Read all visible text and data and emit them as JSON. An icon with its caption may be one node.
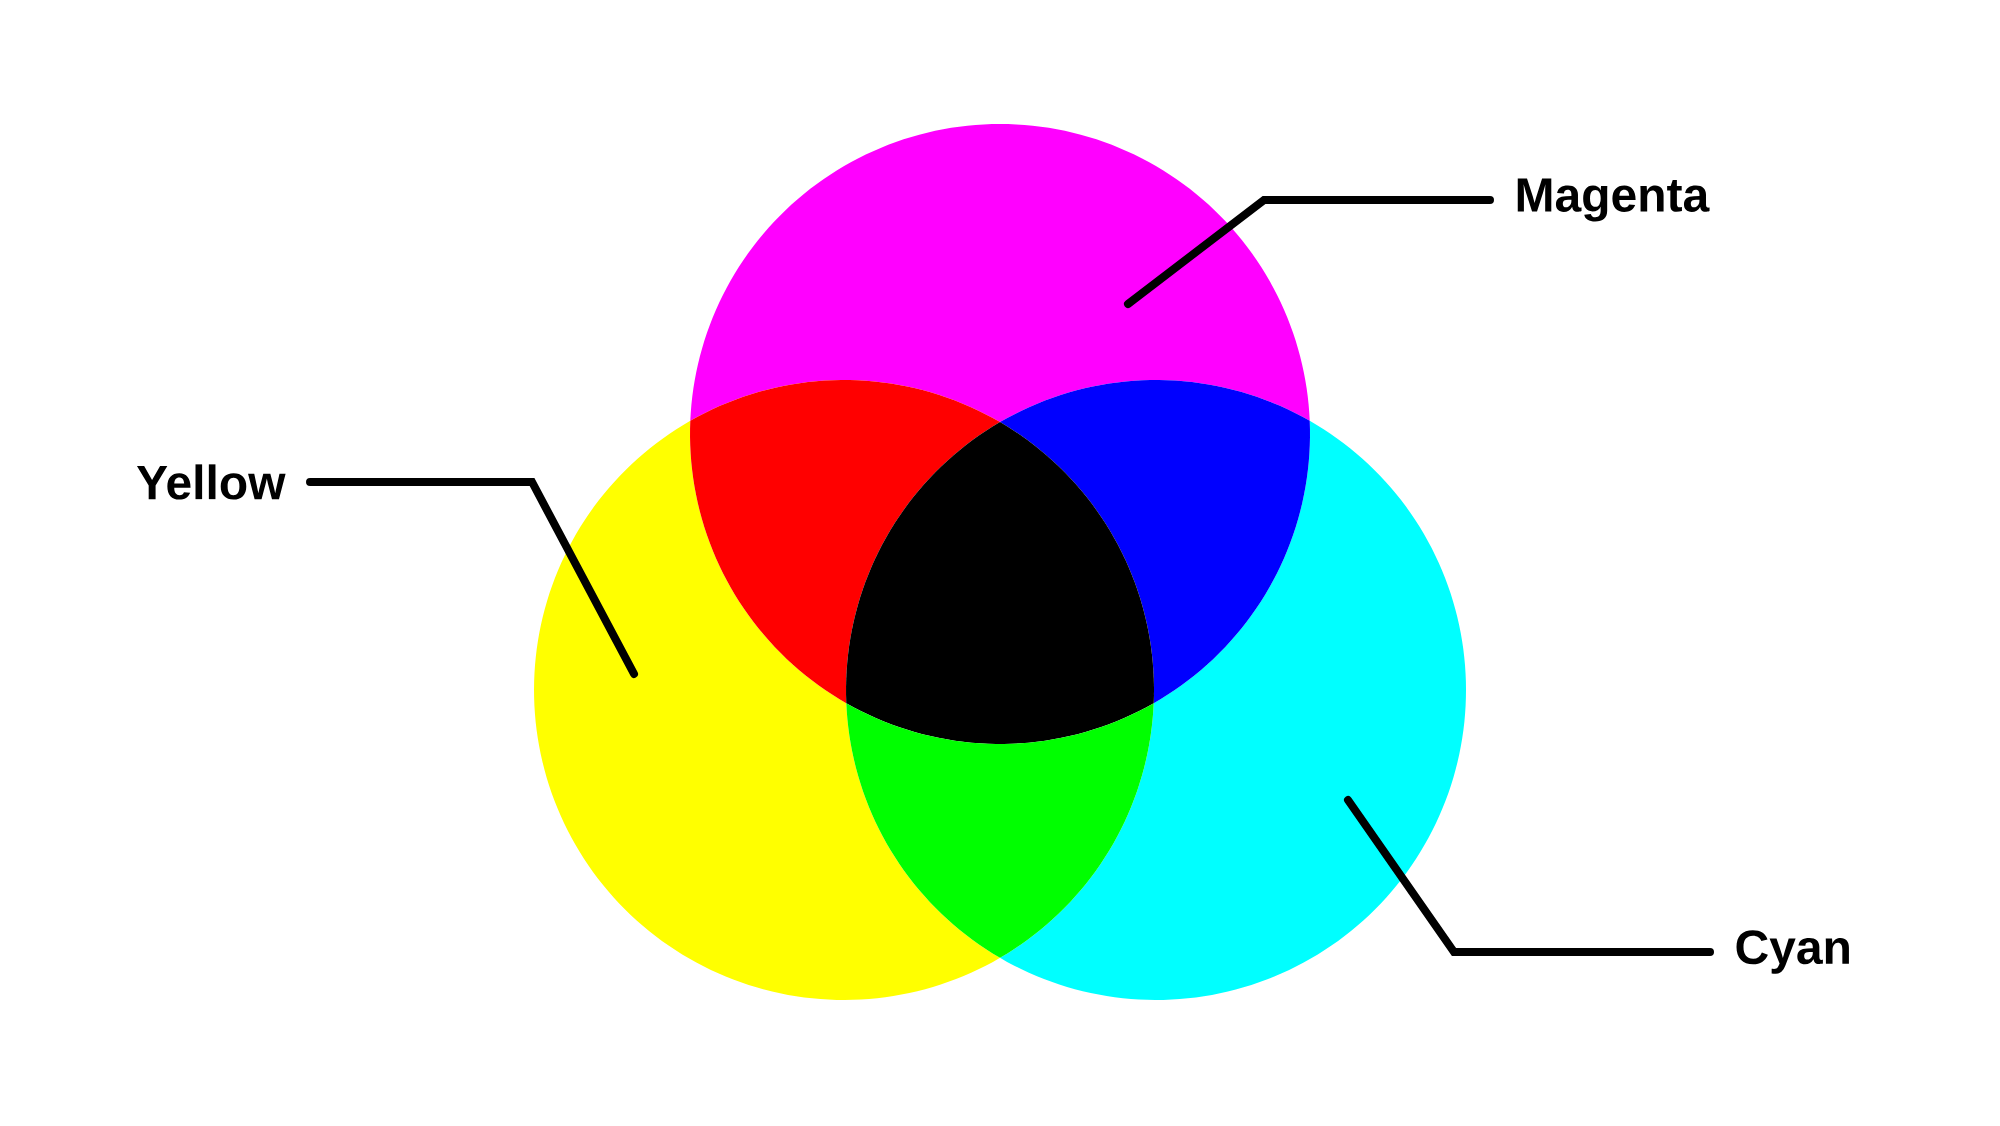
{
  "diagram": {
    "nodes": [
      {
        "text": [],
        "shape": "circle"
      },
      {
        "text": [],
        "shape": "circle"
      },
      {
        "text": [],
        "shape": "circle"
      },
      {
        "text": [],
        "shape": "lens"
      },
      {
        "text": [],
        "shape": "lens"
      },
      {
        "text": [],
        "shape": "triangle"
      },
      {
        "text": [],
        "shape": "lens"
      },
      {
        "text": [
          "Magenta"
        ]
      },
      {
        "text": [
          "Yellow"
        ]
      },
      {
        "text": [
          "Cyan"
        ]
      }
    ],
    "edges": [
      {
        "from": 7,
        "to": 0,
        "arrow": "none"
      },
      {
        "from": 8,
        "to": 1,
        "arrow": "none"
      },
      {
        "from": 9,
        "to": 2,
        "arrow": "none"
      }
    ]
  }
}
